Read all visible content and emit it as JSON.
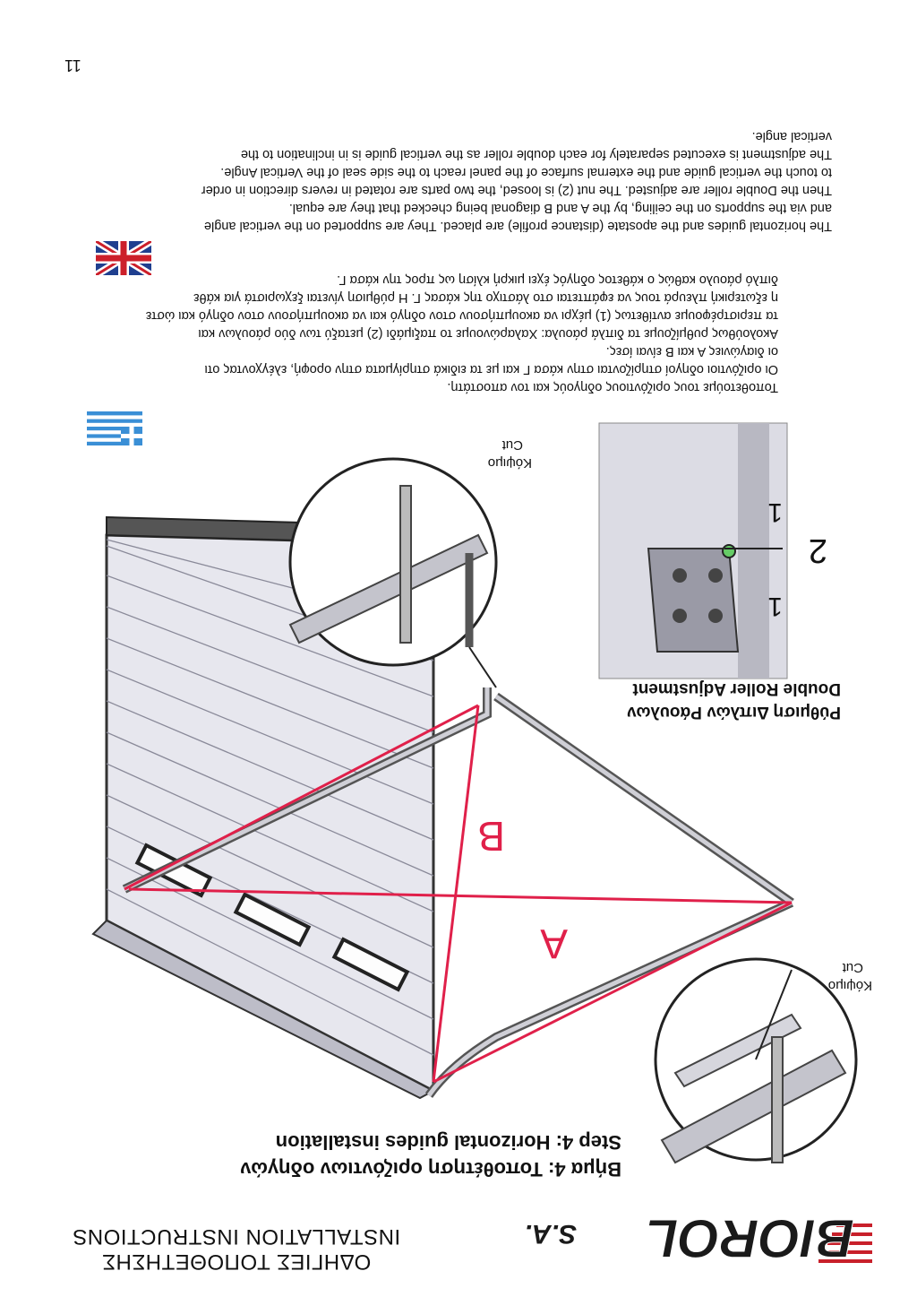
{
  "header": {
    "brand": "BIOROL",
    "brand_suffix": "S.A.",
    "title_gr": "ΟΔΗΓΙΕΣ ΤΟΠΟΘΕΤΗΣΗΣ",
    "title_en": "INSTALLATION INSTRUCTIONS"
  },
  "step": {
    "title_gr": "Βήμα 4: Τοποθέτηση οριζόντιων οδηγών",
    "title_en": "Step 4: Horizontal guides installation"
  },
  "diagram": {
    "label_a": "A",
    "label_b": "B",
    "cut_label_gr": "Κόψιμο",
    "cut_label_en": "Cut",
    "detail_title_gr": "Ρύθμιση Διπλών Ράουλων",
    "detail_title_en": "Double Roller Adjustment",
    "detail_label_1": "1",
    "detail_label_2": "2"
  },
  "greek_text": [
    "Τοποθετούμε τους οριζόντιους οδηγούς και τον αποστάτη.",
    "Οι οριζόντιοι οδηγοί στηρίζονται στην κάσα Γ και με τα ειδικά στηρίγματα στην οροφή, ελέγχοντας οτι",
    "οι διαγώνιες Α και Β είναι ίσες.",
    "Ακολούθως ρυθμίζουμε  τα διπλά ράουλα: Χαλαρώνουμε το παξιμάδι (2) μεταξύ των δύο ράουλων και",
    "τα περιστρέφουμε αντίθετως  (1) μέχρι να ακουμπήσουν στον οδηγό και να ακουμπήσουν στον οδηγό και ώστε",
    "η εξωτερική πλευρά τους να εφάπτεται στο λάστιχο της κάσας Γ. Η ρύθμιση γίνεται ξεχωριστά για κάθε",
    "διπλό ράουλο καθώς ο κάθετος οδηγός έχει μικρή κλίση ως προς την κάσα Γ."
  ],
  "english_text": [
    "The horizontal guides and the apostate (distance profile) are placed.  They are supported on the vertical angle",
    "and via the supports on the ceiling, by the A and B diagonal being checked that they are equal.",
    "Then the Double roller are adjusted. The nut (2) is loosed, the two parts are rotated in revers direction in order",
    "to touch the vertical guide and the external surface of the panel reach to the side seal of the Vertical Angle.",
    "The adjustment is executed separately for each double roller as the vertical guide is in inclination to the",
    "vertical angle."
  ],
  "page_number": "11",
  "colors": {
    "diagonal": "#e0204a",
    "flag_gr_blue": "#3a8fd6",
    "flag_uk_blue": "#1f3f8f",
    "flag_uk_red": "#cc1f2a",
    "brand_red": "#c8202a"
  }
}
